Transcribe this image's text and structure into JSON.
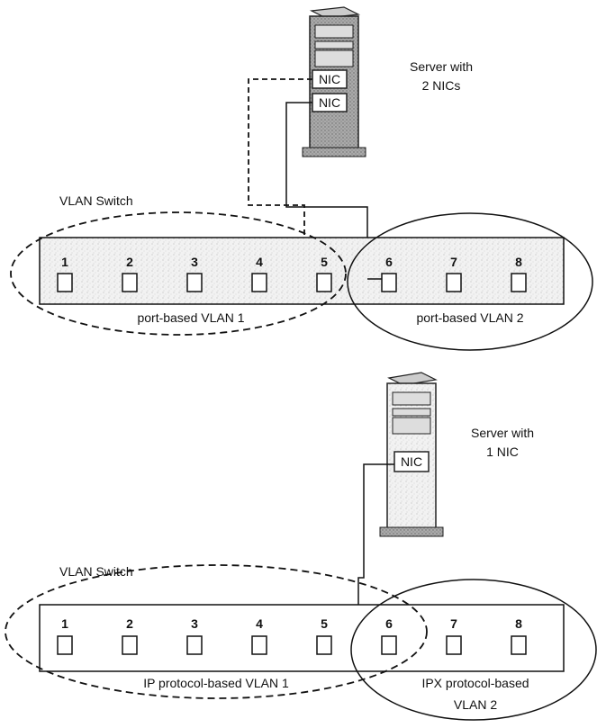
{
  "top": {
    "server_label_line1": "Server with",
    "server_label_line2": "2 NICs",
    "nic_labels": [
      "NIC",
      "NIC"
    ],
    "switch_label": "VLAN Switch",
    "ports": [
      "1",
      "2",
      "3",
      "4",
      "5",
      "6",
      "7",
      "8"
    ],
    "vlan1_label": "port-based VLAN 1",
    "vlan2_label": "port-based VLAN 2"
  },
  "bottom": {
    "server_label_line1": "Server with",
    "server_label_line2": "1 NIC",
    "nic_label": "NIC",
    "switch_label": "VLAN Switch",
    "ports": [
      "1",
      "2",
      "3",
      "4",
      "5",
      "6",
      "7",
      "8"
    ],
    "vlan1_label": "IP protocol-based VLAN 1",
    "vlan2_label_line1": "IPX protocol-based",
    "vlan2_label_line2": "VLAN 2"
  }
}
